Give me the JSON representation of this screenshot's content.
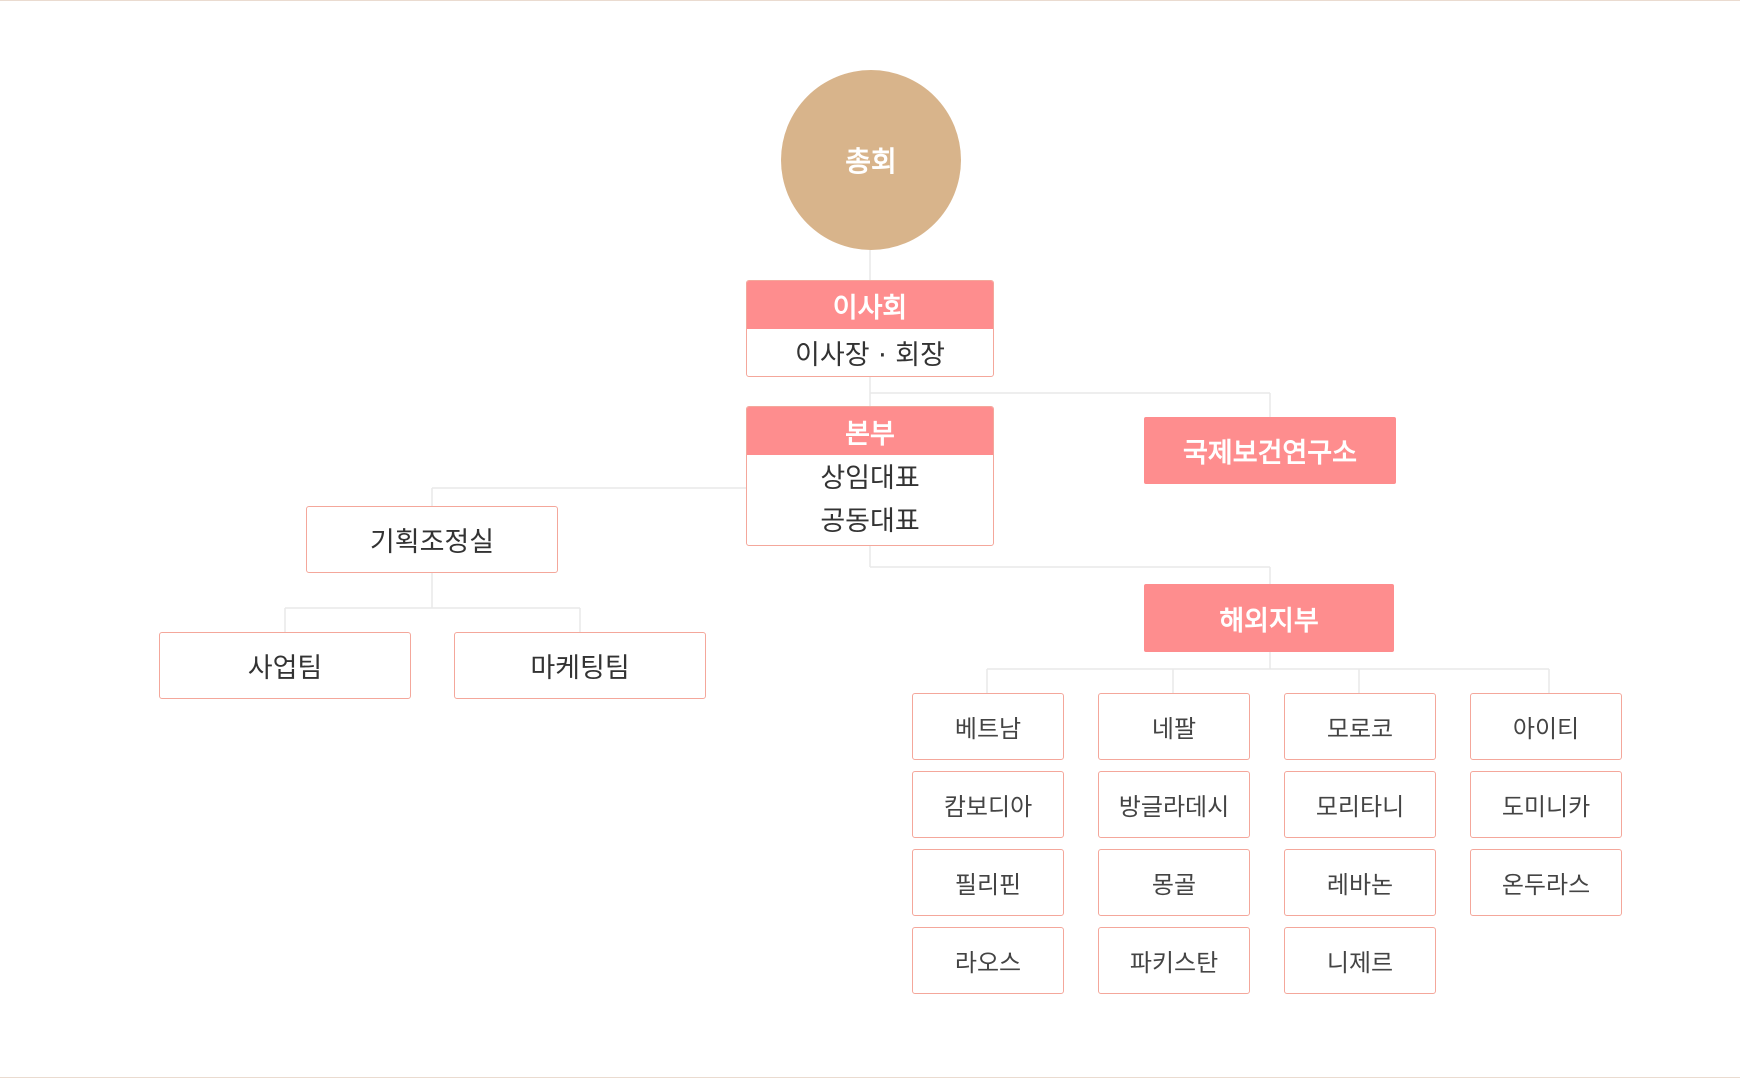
{
  "general_assembly": "총회",
  "board": {
    "title": "이사회",
    "members": "이사장 · 회장"
  },
  "headquarters": {
    "title": "본부",
    "lines": [
      "상임대표",
      "공동대표"
    ]
  },
  "institute": "국제보건연구소",
  "planning_office": "기획조정실",
  "business_team": "사업팀",
  "marketing_team": "마케팅팀",
  "overseas_branch": "해외지부",
  "countries": {
    "col1": [
      "베트남",
      "캄보디아",
      "필리핀",
      "라오스"
    ],
    "col2": [
      "네팔",
      "방글라데시",
      "몽골",
      "파키스탄"
    ],
    "col3": [
      "모로코",
      "모리타니",
      "레바논",
      "니제르"
    ],
    "col4": [
      "아이티",
      "도미니카",
      "온두라스"
    ]
  },
  "colors": {
    "assembly_circle": "#d8b48b",
    "header_pink": "#fe8d8e",
    "box_border": "#f4a79b",
    "connector": "#e8e8e8"
  }
}
